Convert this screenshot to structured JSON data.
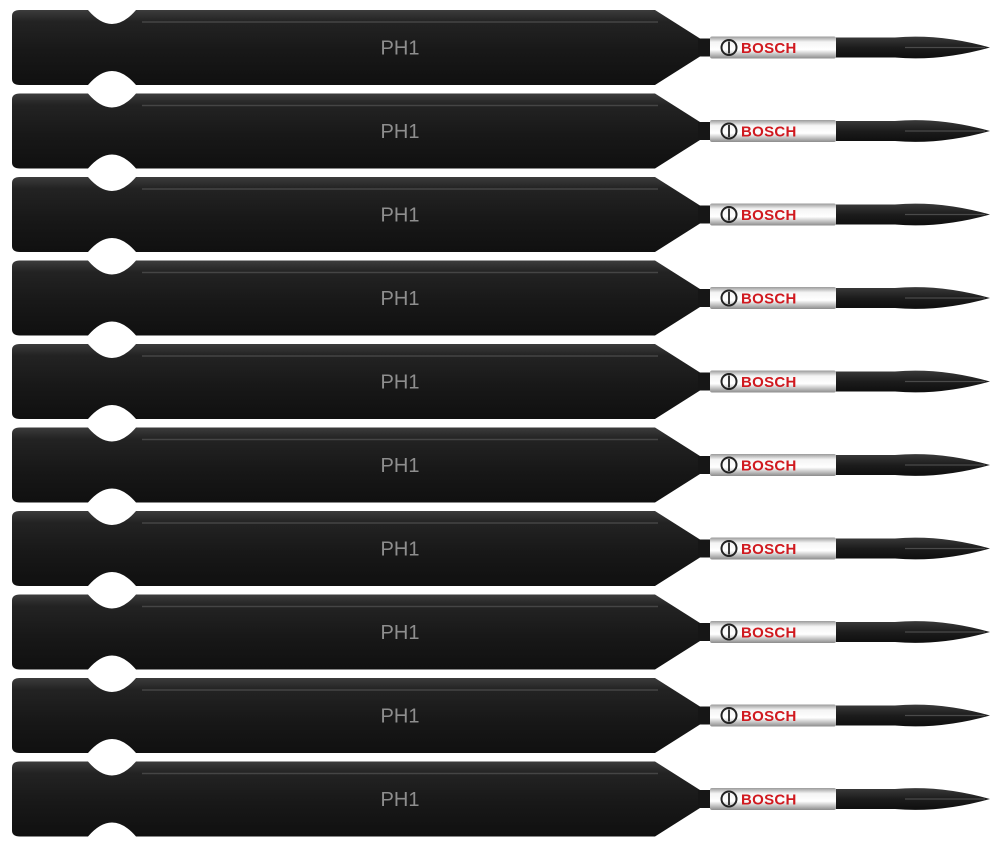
{
  "product": {
    "brand": "BOSCH",
    "bits": [
      {
        "etch_label": "PH1",
        "brand_label": "BOSCH"
      },
      {
        "etch_label": "PH1",
        "brand_label": "BOSCH"
      },
      {
        "etch_label": "PH1",
        "brand_label": "BOSCH"
      },
      {
        "etch_label": "PH1",
        "brand_label": "BOSCH"
      },
      {
        "etch_label": "PH1",
        "brand_label": "BOSCH"
      },
      {
        "etch_label": "PH1",
        "brand_label": "BOSCH"
      },
      {
        "etch_label": "PH1",
        "brand_label": "BOSCH"
      },
      {
        "etch_label": "PH1",
        "brand_label": "BOSCH"
      },
      {
        "etch_label": "PH1",
        "brand_label": "BOSCH"
      },
      {
        "etch_label": "PH1",
        "brand_label": "BOSCH"
      }
    ],
    "colors": {
      "body": "#1b1b1b",
      "body_highlight": "#3a3a3a",
      "collar": "#e6e6e6",
      "brand_red": "#d0191f",
      "etch": "#8e8e8e"
    }
  }
}
